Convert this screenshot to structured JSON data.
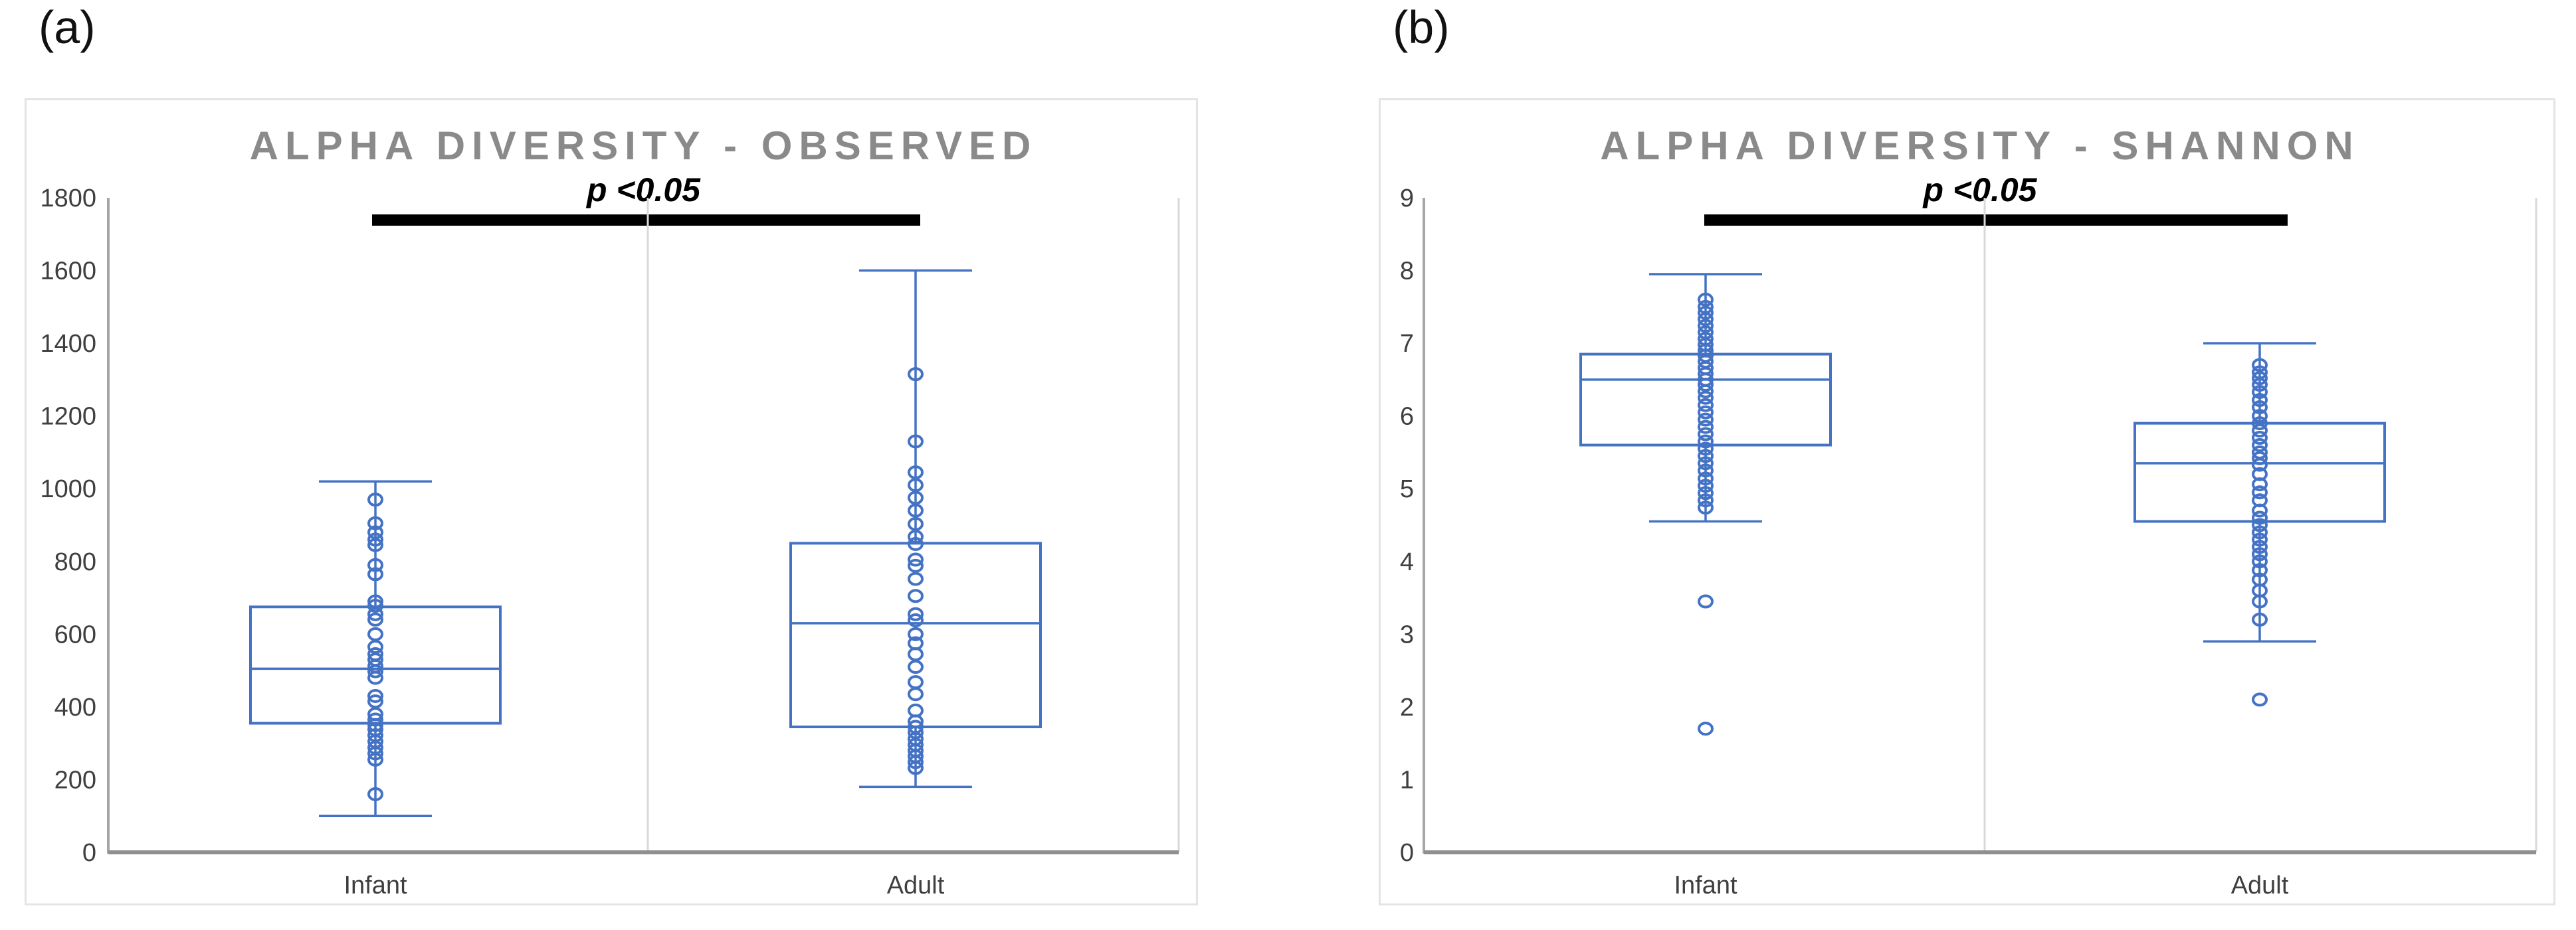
{
  "colors": {
    "box_stroke": "#4472C4",
    "title_text": "#8A8A8A",
    "tick_text": "#3F3F3F",
    "category_text": "#3F3F3F",
    "y_axis_line": "#A6A6A6",
    "baseline": "#8F8F8F",
    "gridline": "#D9D9D9",
    "panel_border": "#E4E4E4",
    "significance_bar": "#000000",
    "corner_label_text": "#111111"
  },
  "chart_data": [
    {
      "type": "box",
      "panel_label": "(a)",
      "title": "ALPHA DIVERSITY - OBSERVED",
      "annotation": "p <0.05",
      "ylim": [
        0,
        1800
      ],
      "ytick_step": 200,
      "yticks": [
        0,
        200,
        400,
        600,
        800,
        1000,
        1200,
        1400,
        1600,
        1800
      ],
      "categories": [
        "Infant",
        "Adult"
      ],
      "legend": null,
      "grid": "category-dividers-only",
      "groups": [
        {
          "category": "Infant",
          "whisker_low": 100,
          "q1": 355,
          "median": 505,
          "q3": 675,
          "whisker_high": 1020,
          "outliers": [],
          "points": [
            970,
            905,
            880,
            860,
            845,
            790,
            765,
            690,
            678,
            655,
            640,
            600,
            565,
            545,
            530,
            512,
            498,
            480,
            430,
            415,
            380,
            365,
            350,
            338,
            322,
            305,
            288,
            272,
            255,
            160
          ]
        },
        {
          "category": "Adult",
          "whisker_low": 180,
          "q1": 345,
          "median": 630,
          "q3": 850,
          "whisker_high": 1600,
          "outliers": [],
          "points": [
            1315,
            1130,
            1045,
            1010,
            975,
            940,
            903,
            868,
            848,
            805,
            788,
            752,
            705,
            655,
            638,
            600,
            575,
            545,
            510,
            468,
            435,
            390,
            360,
            345,
            330,
            312,
            296,
            280,
            264,
            248,
            232
          ]
        }
      ]
    },
    {
      "type": "box",
      "panel_label": "(b)",
      "title": "ALPHA DIVERSITY - SHANNON",
      "annotation": "p <0.05",
      "ylim": [
        0,
        9
      ],
      "ytick_step": 1,
      "yticks": [
        0,
        1,
        2,
        3,
        4,
        5,
        6,
        7,
        8,
        9
      ],
      "categories": [
        "Infant",
        "Adult"
      ],
      "legend": null,
      "grid": "category-dividers-only",
      "groups": [
        {
          "category": "Infant",
          "whisker_low": 4.55,
          "q1": 5.6,
          "median": 6.5,
          "q3": 6.85,
          "whisker_high": 7.95,
          "outliers": [
            3.45,
            1.7
          ],
          "points": [
            7.6,
            7.5,
            7.42,
            7.33,
            7.24,
            7.15,
            7.06,
            6.98,
            6.9,
            6.83,
            6.75,
            6.66,
            6.58,
            6.5,
            6.43,
            6.34,
            6.25,
            6.15,
            6.05,
            5.95,
            5.85,
            5.75,
            5.65,
            5.55,
            5.45,
            5.35,
            5.25,
            5.14,
            5.04,
            4.94,
            4.84,
            4.74,
            3.45,
            1.7
          ]
        },
        {
          "category": "Adult",
          "whisker_low": 2.9,
          "q1": 4.55,
          "median": 5.35,
          "q3": 5.9,
          "whisker_high": 7.0,
          "outliers": [
            2.1
          ],
          "points": [
            6.7,
            6.6,
            6.52,
            6.43,
            6.33,
            6.22,
            6.12,
            6.0,
            5.9,
            5.8,
            5.7,
            5.6,
            5.5,
            5.42,
            5.33,
            5.2,
            5.06,
            4.95,
            4.84,
            4.7,
            4.6,
            4.5,
            4.4,
            4.3,
            4.2,
            4.1,
            4.0,
            3.88,
            3.75,
            3.6,
            3.45,
            3.2,
            2.1
          ]
        }
      ]
    }
  ]
}
